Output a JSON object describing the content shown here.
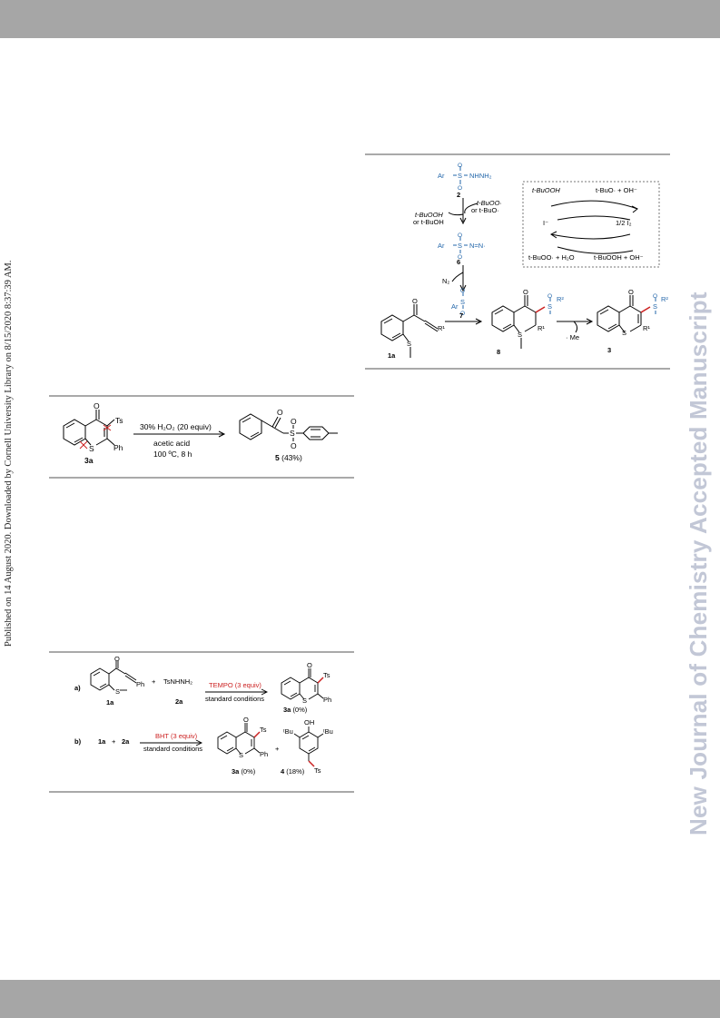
{
  "side_note": "Published on 14 August 2020. Downloaded by Cornell University Library on 8/15/2020 8:37:39 AM.",
  "watermark": "New Journal of Chemistry Accepted Manuscript",
  "scheme_oxidation": {
    "start_compound": "3a",
    "ts_label": "Ts",
    "ph_label": "Ph",
    "ring_o": "O",
    "ring_s": "S",
    "reagent": "30% H₂O₂ (20 equiv)",
    "solvent": "acetic acid",
    "conditions": "100 ºC, 8 h",
    "product": "5",
    "product_yield": "(43%)"
  },
  "scheme_radical": {
    "a_label": "a)",
    "b_label": "b)",
    "sm_1a": "1a",
    "plus": "+",
    "tsnhnh2": "TsNHNH₂",
    "sm_2a": "2a",
    "tempo": "TEMPO (3 equiv)",
    "std": "standard conditions",
    "prod_a": "3a",
    "prod_a_yield": "(0%)",
    "bht": "BHT (3 equiv)",
    "prod_b": "3a",
    "prod_b_yield": "(0%)",
    "prod_4": "4",
    "prod_4_yield": "(18%)",
    "tbu": "ᵗBu",
    "oh": "OH",
    "ts": "Ts",
    "ph": "Ph",
    "s": "S",
    "o": "O"
  },
  "scheme_mechanism": {
    "ar": "Ar",
    "nhnh2": "NHNH₂",
    "cmpd_2": "2",
    "cmpd_6": "6",
    "cmpd_7": "7",
    "cmpd_8": "8",
    "cmpd_3": "3",
    "cmpd_1a": "1a",
    "tbuoo_or_tbuo": "t-BuOO·",
    "or_tbuo": "or t-BuO·",
    "tbuooh": "t-BuOOH",
    "or_tbuoh": "or t-BuOH",
    "diazene": "N=N·",
    "n2": "N₂",
    "me": "· Me",
    "r1": "R¹",
    "r2": "R²",
    "cycle_tl": "t-BuOOH",
    "cycle_tr": "t-BuO·  +  OH⁻",
    "cycle_i": "I⁻",
    "cycle_half_i2": "1/2 I₂",
    "cycle_bl": "t-BuOO· + H₂O",
    "cycle_br": "t-BuOOH  +  OH⁻"
  },
  "colors": {
    "blue": "#2266aa",
    "red": "#cc2222",
    "rule": "#a9a9a9"
  }
}
